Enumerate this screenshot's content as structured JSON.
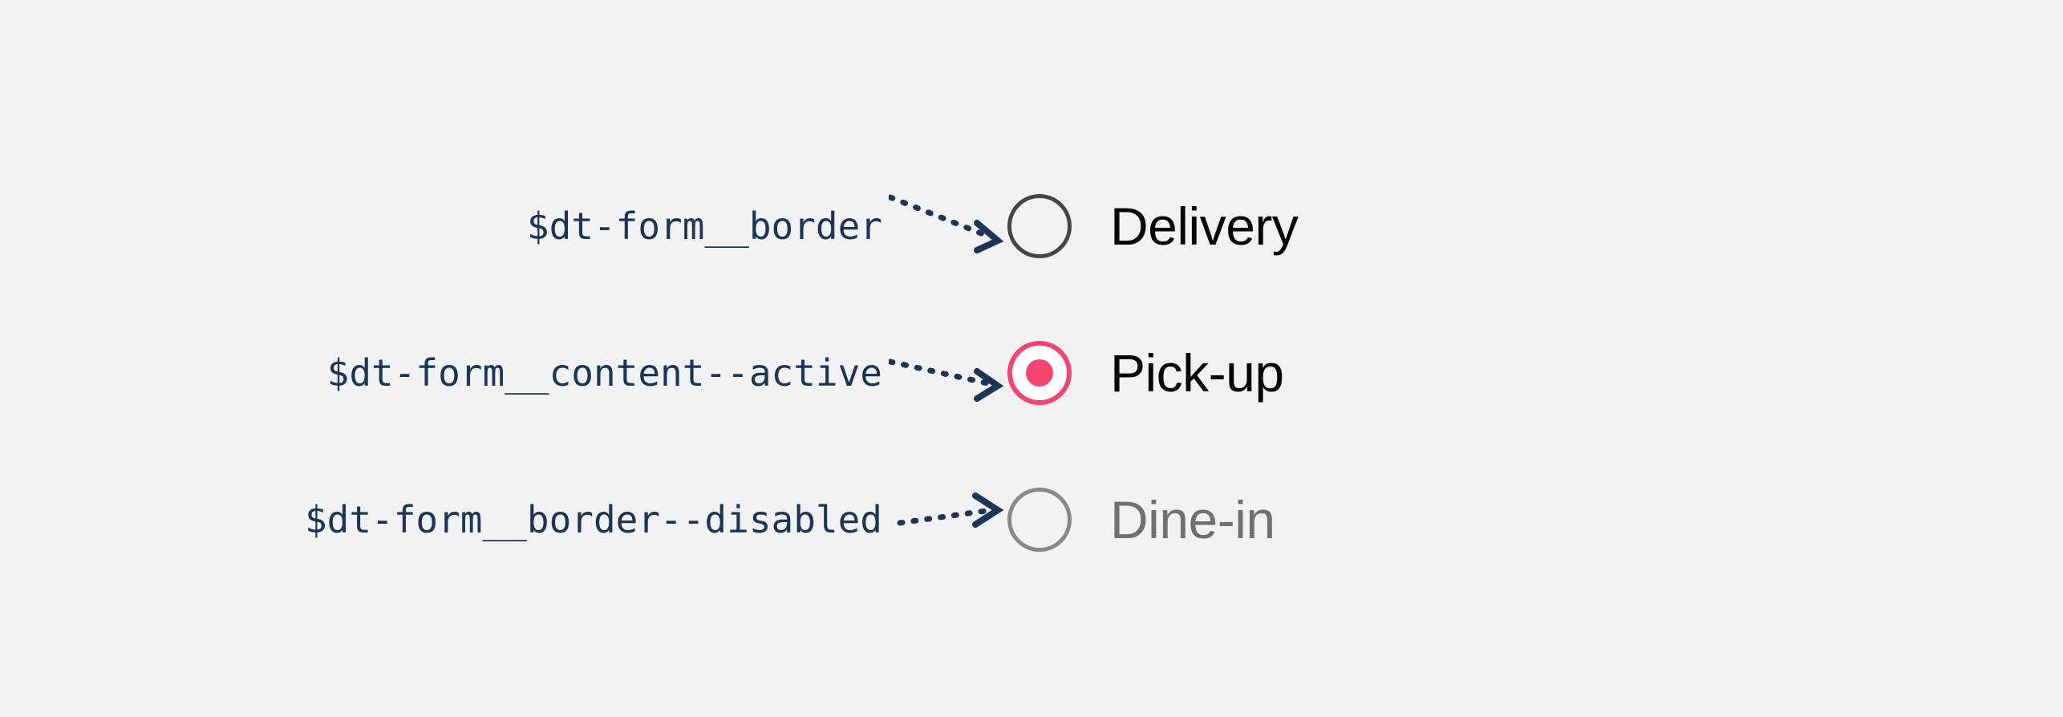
{
  "page": {
    "background_color": "#f2f2f2",
    "title": "Radio button design token annotations"
  },
  "colors": {
    "annotation_text": "#1c3557",
    "annotation_arrow": "#1c3557",
    "radio_border_default": "#454545",
    "radio_active": "#f4456f",
    "radio_border_disabled": "#898989",
    "label_enabled": "#050505",
    "label_disabled": "#707070"
  },
  "rows": [
    {
      "token": "$dt-form__border",
      "arrow_icon": "dotted-arrow-icon",
      "radio_icon": "radio-unselected-icon",
      "radio_state": "default",
      "selected": false,
      "option_label": "Delivery",
      "option_state": "enabled"
    },
    {
      "token": "$dt-form__content--active",
      "arrow_icon": "dotted-arrow-icon",
      "radio_icon": "radio-selected-icon",
      "radio_state": "active",
      "selected": true,
      "option_label": "Pick-up",
      "option_state": "enabled"
    },
    {
      "token": "$dt-form__border--disabled",
      "arrow_icon": "dotted-arrow-icon",
      "radio_icon": "radio-unselected-disabled-icon",
      "radio_state": "disabled",
      "selected": false,
      "option_label": "Dine-in",
      "option_state": "disabled"
    }
  ]
}
